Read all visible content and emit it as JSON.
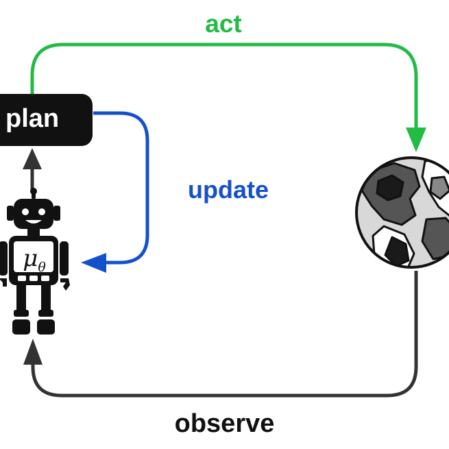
{
  "labels": {
    "act": "act",
    "update": "update",
    "observe": "observe",
    "plan": "plan",
    "mu": "μ",
    "theta": "θ"
  },
  "colors": {
    "act": "#22bb44",
    "update": "#1550cc",
    "observe": "#333333",
    "plan_box": "#111111",
    "plan_text": "#ffffff"
  },
  "icons": {
    "agent": "robot-icon",
    "environment": "globe-icon"
  }
}
